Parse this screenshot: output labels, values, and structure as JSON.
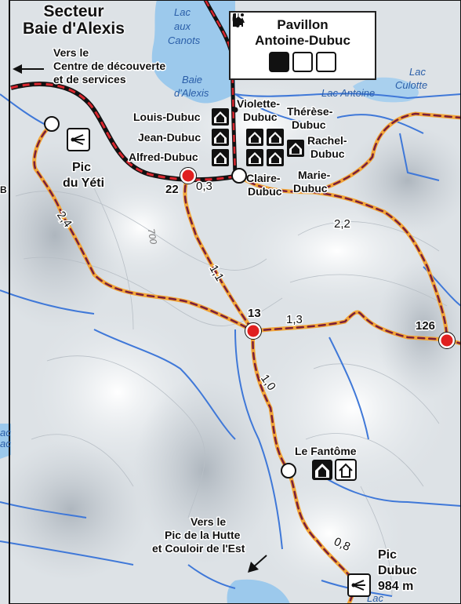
{
  "sector": {
    "title_line1": "Secteur",
    "title_line2": "Baie d'Alexis"
  },
  "pavilion": {
    "name_line1": "Pavillon",
    "name_line2": "Antoine-Dubuc",
    "icons": [
      "cabin-icon",
      "phone-icon",
      "restroom-icon"
    ]
  },
  "directions": {
    "discovery_line1": "Vers le",
    "discovery_line2": "Centre de découverte",
    "discovery_line3": "et de services",
    "hutte_line1": "Vers le",
    "hutte_line2": "Pic de la Hutte",
    "hutte_line3": "et Couloir de l'Est"
  },
  "water": {
    "lac_aux_canots_1": "Lac",
    "lac_aux_canots_2": "aux",
    "lac_aux_canots_3": "Canots",
    "baie_1": "Baie",
    "baie_2": "d'Alexis",
    "lac_antoine": "Lac Antoine",
    "lac_culotte_1": "Lac",
    "lac_culotte_2": "Culotte",
    "lac_left_1": "ac",
    "lac_left_2": "ac",
    "lac_bottom": "Lac"
  },
  "cabins": {
    "louis": "Louis-Dubuc",
    "jean": "Jean-Dubuc",
    "alfred": "Alfred-Dubuc",
    "violette_1": "Violette-",
    "violette_2": "Dubuc",
    "therese_1": "Thérèse-",
    "therese_2": "Dubuc",
    "rachel_1": "Rachel-",
    "rachel_2": "Dubuc",
    "claire_1": "Claire-",
    "claire_2": "Dubuc",
    "marie_1": "Marie-",
    "marie_2": "Dubuc"
  },
  "peaks": {
    "yeti_1": "Pic",
    "yeti_2": "du Yéti",
    "dubuc_1": "Pic",
    "dubuc_2": "Dubuc",
    "dubuc_elev": "984 m"
  },
  "shelter": {
    "name": "Le Fantôme"
  },
  "intersections": {
    "n22": "22",
    "n13": "13",
    "n126": "126"
  },
  "distances": {
    "d03": "0,3",
    "d24": "2,4",
    "d11": "1,1",
    "d13": "1,3",
    "d22": "2,2",
    "d10": "1,0",
    "d08": "0,8"
  },
  "contour": {
    "c700": "700"
  },
  "edge_fragment": "B",
  "colors": {
    "trail_orange": "#f2a638",
    "trail_maroon": "#7a1e3a",
    "road_red": "#d8262e",
    "water": "#3f78d8",
    "node_red": "#e02020"
  }
}
